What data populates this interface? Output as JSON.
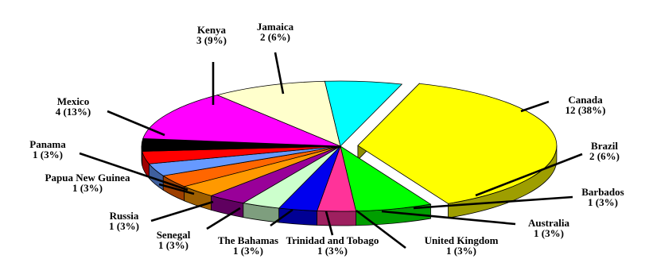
{
  "chart_data": {
    "type": "pie",
    "style": "3d-exploded",
    "exploded": "Canada",
    "title": "",
    "slices": [
      {
        "name": "Canada",
        "count": 12,
        "percent": "38%",
        "display": "12 (38%)",
        "color": "#ffff00"
      },
      {
        "name": "Brazil",
        "count": 2,
        "percent": "6%",
        "display": "2 (6%)",
        "color": "#00ff00"
      },
      {
        "name": "Barbados",
        "count": 1,
        "percent": "3%",
        "display": "1 (3%)",
        "color": "#ff3399"
      },
      {
        "name": "Australia",
        "count": 1,
        "percent": "3%",
        "display": "1 (3%)",
        "color": "#0000ee"
      },
      {
        "name": "United Kingdom",
        "count": 1,
        "percent": "3%",
        "display": "1 (3%)",
        "color": "#ccffcc"
      },
      {
        "name": "Trinidad and Tobago",
        "count": 1,
        "percent": "3%",
        "display": "1 (3%)",
        "color": "#990099"
      },
      {
        "name": "The Bahamas",
        "count": 1,
        "percent": "3%",
        "display": "1 (3%)",
        "color": "#ff9900"
      },
      {
        "name": "Senegal",
        "count": 1,
        "percent": "3%",
        "display": "1 (3%)",
        "color": "#ff6600"
      },
      {
        "name": "Russia",
        "count": 1,
        "percent": "3%",
        "display": "1 (3%)",
        "color": "#6699ff"
      },
      {
        "name": "Papua New Guinea",
        "count": 1,
        "percent": "3%",
        "display": "1 (3%)",
        "color": "#ff0000"
      },
      {
        "name": "Panama",
        "count": 1,
        "percent": "3%",
        "display": "1 (3%)",
        "color": "#000000"
      },
      {
        "name": "Mexico",
        "count": 4,
        "percent": "13%",
        "display": "4 (13%)",
        "color": "#ff00ff"
      },
      {
        "name": "Kenya",
        "count": 3,
        "percent": "9%",
        "display": "3 (9%)",
        "color": "#ffffcc"
      },
      {
        "name": "Jamaica",
        "count": 2,
        "percent": "6%",
        "display": "2 (6%)",
        "color": "#00ffff"
      }
    ]
  }
}
